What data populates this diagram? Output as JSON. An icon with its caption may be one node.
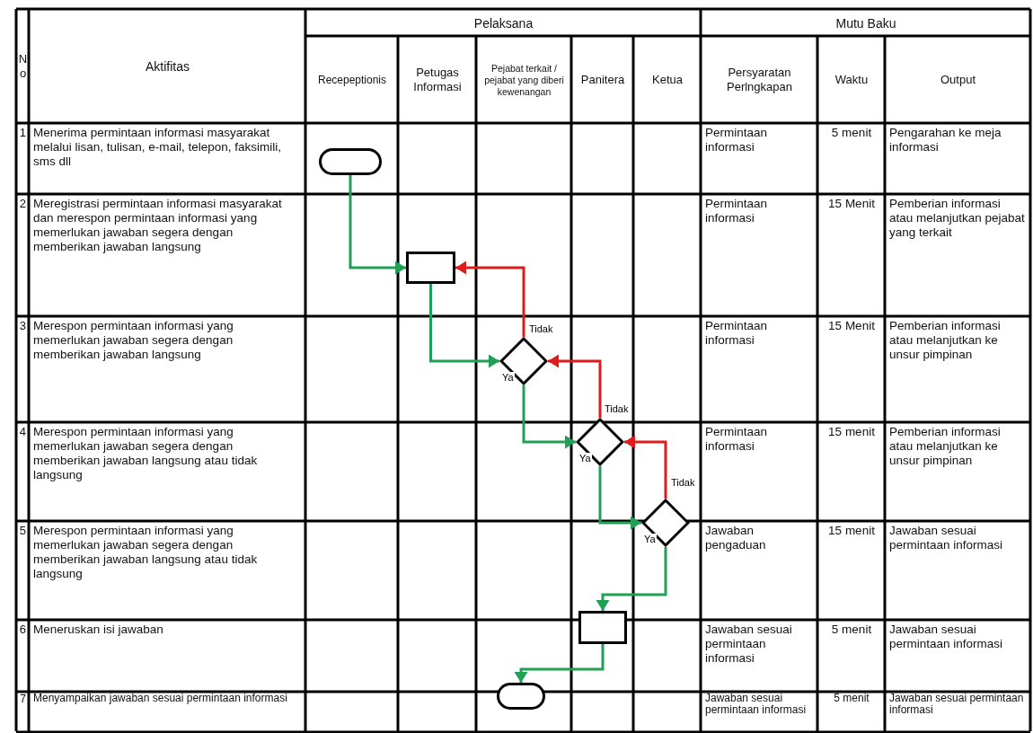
{
  "diagram": {
    "nodes": [
      {
        "text": [],
        "shape": "pill"
      },
      {
        "text": [],
        "shape": "box"
      },
      {
        "text": [],
        "shape": "diamond"
      },
      {
        "text": [],
        "shape": "diamond"
      },
      {
        "text": [],
        "shape": "diamond"
      },
      {
        "text": [],
        "shape": "box"
      },
      {
        "text": [],
        "shape": "pill"
      }
    ],
    "edges": [
      {
        "from": 0,
        "to": 1,
        "arrow": "to"
      },
      {
        "from": 1,
        "to": 2,
        "arrow": "to"
      },
      {
        "from": 2,
        "to": 1,
        "arrow": "to",
        "label": "Tidak",
        "color": "#e01b1b"
      },
      {
        "from": 2,
        "to": 3,
        "arrow": "to",
        "label": "Ya"
      },
      {
        "from": 3,
        "to": 2,
        "arrow": "to",
        "label": "Tidak",
        "color": "#e01b1b"
      },
      {
        "from": 3,
        "to": 4,
        "arrow": "to",
        "label": "Ya"
      },
      {
        "from": 4,
        "to": 3,
        "arrow": "to",
        "label": "Tidak",
        "color": "#e01b1b"
      },
      {
        "from": 4,
        "to": 5,
        "arrow": "to",
        "label": "Ya"
      },
      {
        "from": 5,
        "to": 6,
        "arrow": "to"
      }
    ],
    "labels": [
      "No",
      "Aktifitas",
      "Pelaksana",
      "Mutu Baku",
      "Recepeptionis",
      "Petugas Informasi",
      "Pejabat terkait / pejabat yang diberi kewenangan",
      "Panitera",
      "Ketua",
      "Persyaratan Perlngkapan",
      "Waktu",
      "Output",
      "1",
      "Menerima permintaan informasi masyarakat melalui lisan, tulisan, e-mail, telepon, faksimili, sms dll",
      "Permintaan informasi",
      "5 menit",
      "Pengarahan ke meja informasi",
      "2",
      "Meregistrasi permintaan informasi masyarakat dan merespon permintaan informasi yang memerlukan jawaban segera dengan memberikan jawaban langsung",
      "Permintaan informasi",
      "15 Menit",
      "Pemberian informasi atau melanjutkan pejabat yang terkait",
      "3",
      "Merespon permintaan informasi yang memerlukan jawaban segera dengan memberikan jawaban langsung",
      "Permintaan informasi",
      "15 Menit",
      "Pemberian informasi atau melanjutkan ke unsur pimpinan",
      "4",
      "Merespon permintaan informasi yang memerlukan jawaban segera dengan memberikan jawaban langsung atau tidak langsung",
      "Permintaan informasi",
      "15 menit",
      "Pemberian informasi atau melanjutkan ke unsur pimpinan",
      "5",
      "Merespon permintaan informasi yang memerlukan jawaban segera dengan memberikan jawaban langsung atau tidak langsung",
      "Jawaban pengaduan",
      "15 menit",
      "Jawaban sesuai permintaan informasi",
      "6",
      "Meneruskan isi jawaban",
      "Jawaban sesuai permintaan informasi",
      "5 menit",
      "Jawaban sesuai permintaan informasi",
      "7",
      "Menyampaikan jawaban sesuai permintaan informasi",
      "Jawaban sesuai permintaan informasi",
      "5 menit",
      "Jawaban sesuai permintaan informasi"
    ]
  }
}
